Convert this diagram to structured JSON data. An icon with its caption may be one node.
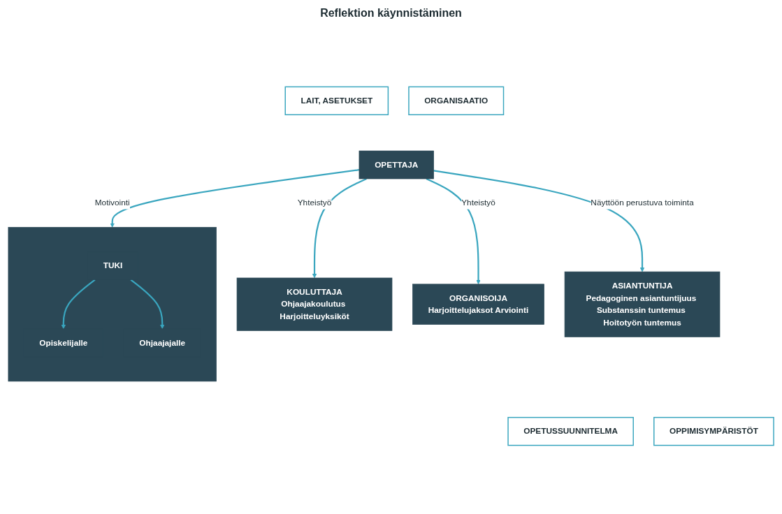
{
  "diagram": {
    "nodes": [
      {
        "text": [],
        "shape": "box"
      },
      {
        "text": [
          "TUKI"
        ],
        "in": 0
      },
      {
        "text": [
          "Opiskelijalle"
        ],
        "in": 0
      },
      {
        "text": [
          "Ohjaajajalle"
        ],
        "in": 0
      },
      {
        "text": [
          "LAIT, ASETUKSET"
        ]
      },
      {
        "text": [
          "ORGANISAATIO"
        ]
      },
      {
        "text": [
          "KOULUTTAJA",
          "Ohjaajakoulutus Harjoitteluyksiköt"
        ]
      },
      {
        "text": [
          "OPETTAJA"
        ]
      },
      {
        "text": [
          "ORGANISOIJA",
          "Harjoittelujaksot Arviointi"
        ]
      },
      {
        "text": [
          "ASIANTUNTIJA",
          "Pedagoginen asiantuntijuus Substanssin tuntemus Hoitotyön tuntemus"
        ]
      },
      {
        "text": [
          "OPETUSSUUNNITELMA"
        ]
      },
      {
        "text": [
          "OPPIMISYMPÄRISTÖT"
        ]
      }
    ],
    "edges": [
      {
        "from": 1,
        "to": 2,
        "arrow": "to"
      },
      {
        "from": 1,
        "to": 3,
        "arrow": "to"
      },
      {
        "from": 7,
        "to": 0,
        "arrow": "to",
        "label": "Motivointi"
      },
      {
        "from": 7,
        "to": 6,
        "arrow": "to",
        "label": "Yhteistyö"
      },
      {
        "from": 7,
        "to": 8,
        "arrow": "to",
        "label": "Yhteistyö"
      },
      {
        "from": 7,
        "to": 9,
        "arrow": "to",
        "label": "Näyttöön perustuva toiminta"
      }
    ],
    "labels": [
      "Reflektion käynnistäminen"
    ]
  }
}
